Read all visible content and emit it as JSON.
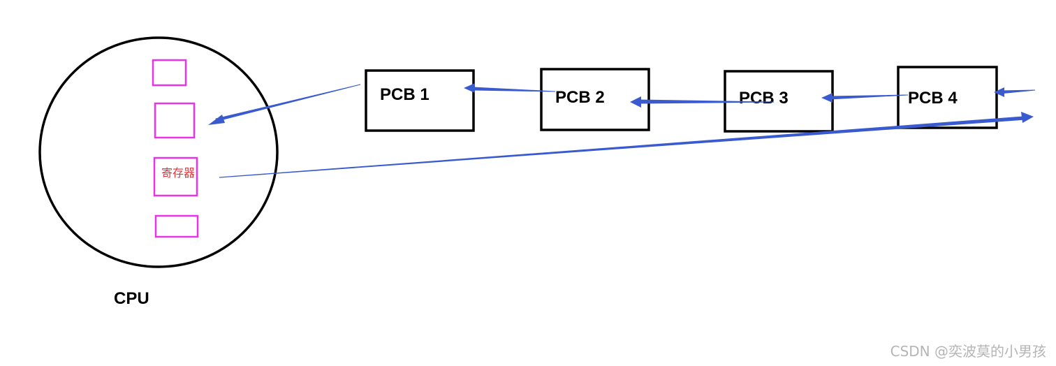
{
  "cpu": {
    "label": "CPU",
    "register_label": "寄存器"
  },
  "pcbs": [
    {
      "label": "PCB 1"
    },
    {
      "label": "PCB 2"
    },
    {
      "label": "PCB 3"
    },
    {
      "label": "PCB 4"
    }
  ],
  "watermark": "CSDN @奕波莫的小男孩",
  "colors": {
    "outline": "#000000",
    "register_box": "#e833e8",
    "register_text": "#e8333a",
    "arrow": "#3a5bcf",
    "watermark": "#b5b5b5"
  }
}
